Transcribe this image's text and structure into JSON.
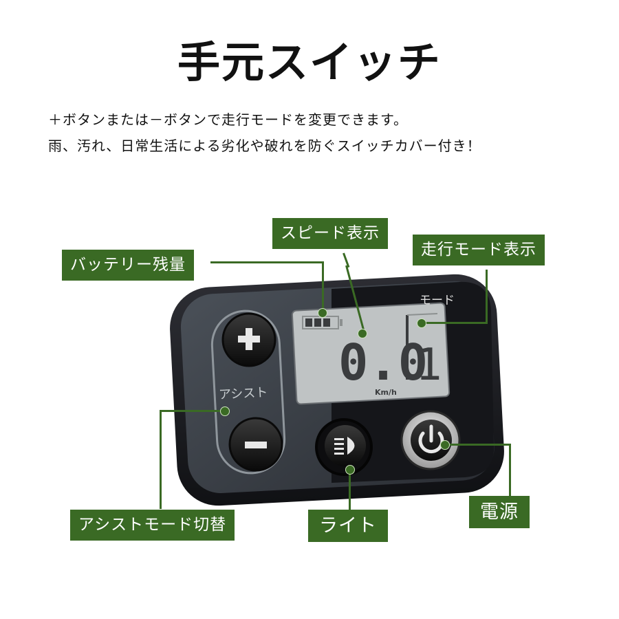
{
  "title": "手元スイッチ",
  "description": [
    "＋ボタンまたは－ボタンで走行モードを変更できます。",
    "雨、汚れ、日常生活による劣化や破れを防ぐスイッチカバー付き！"
  ],
  "device": {
    "mode_label": "モード",
    "assist_label": "アシスト",
    "speed_value": "0.0",
    "mode_value": "1",
    "speed_unit": "Km/h",
    "battery_level_bars": 3
  },
  "callouts": {
    "battery": "バッテリー残量",
    "speed": "スピード表示",
    "mode_display": "走行モード表示",
    "assist_switch": "アシストモード切替",
    "light": "ライト",
    "power": "電源"
  },
  "icons": {
    "plus": "plus-icon",
    "minus": "minus-icon",
    "light": "headlight-icon",
    "power": "power-icon"
  },
  "colors": {
    "callout_green": "#3a6a24",
    "device_body": "#1c1d22",
    "lcd": "#bfc3c4"
  }
}
